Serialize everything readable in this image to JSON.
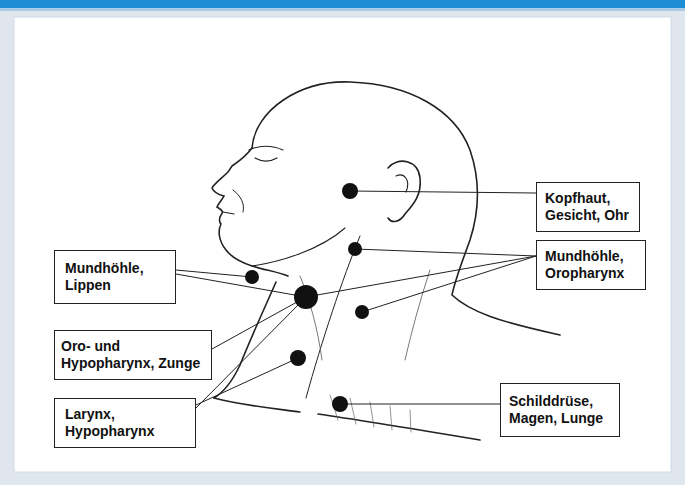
{
  "diagram": {
    "nodes": [
      {
        "text": [
          "Kopfhaut, Gesicht, Ohr"
        ]
      },
      {
        "text": [
          "Mundhöhle, Lippen"
        ]
      },
      {
        "text": [
          "Mundhöhle, Oropharynx"
        ]
      },
      {
        "text": [
          "Oro- und Hypopharynx, Zunge"
        ]
      },
      {
        "text": [
          "Schilddrüse, Magen, Lunge"
        ]
      },
      {
        "text": [
          "Larynx, Hypopharynx"
        ]
      }
    ]
  }
}
